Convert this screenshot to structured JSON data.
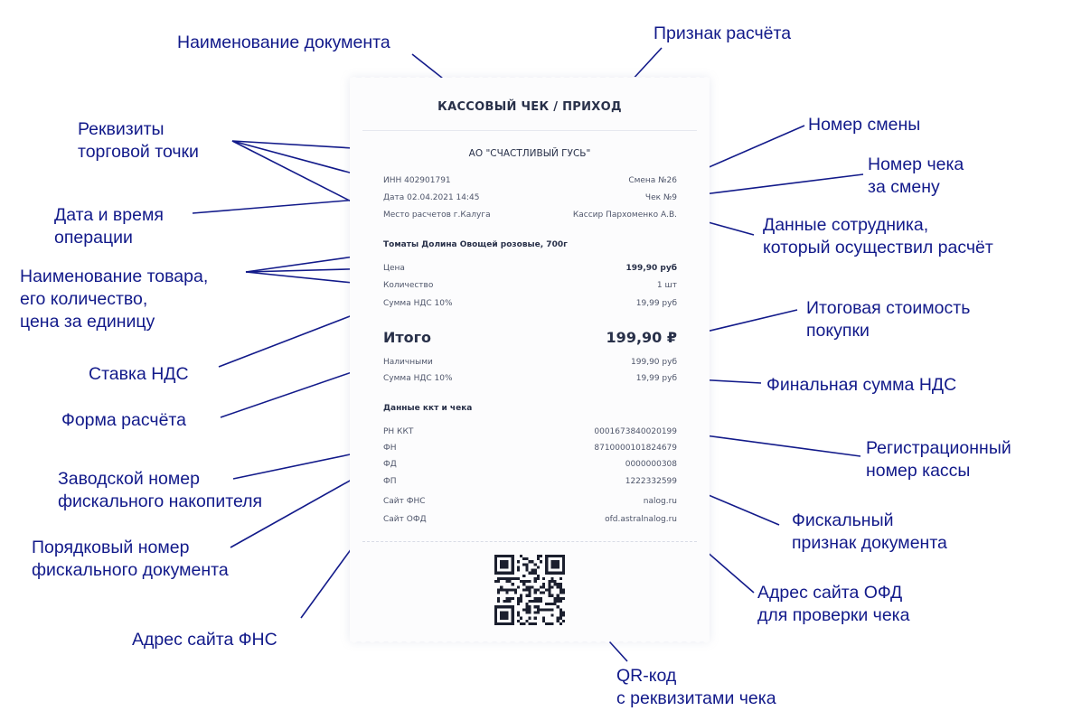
{
  "receipt": {
    "title": "КАССОВЫЙ ЧЕК / ПРИХОД",
    "company": "АО \"СЧАСТЛИВЫЙ ГУСЬ\"",
    "inn": "ИНН 402901791",
    "shift": "Смена №26",
    "date": "Дата 02.04.2021 14:45",
    "check_no": "Чек №9",
    "place": "Место расчетов г.Калуга",
    "cashier": "Кассир Пархоменко А.В.",
    "product_name": "Томаты Долина Овощей розовые, 700г",
    "price_label": "Цена",
    "price_value": "199,90 руб",
    "qty_label": "Количество",
    "qty_value": "1 шт",
    "vat_item_label": "Сумма НДС 10%",
    "vat_item_value": "19,99 руб",
    "total_label": "Итого",
    "total_value": "199,90 ₽",
    "cash_label": "Наличными",
    "cash_value": "199,90 руб",
    "vat_total_label": "Сумма НДС 10%",
    "vat_total_value": "19,99 руб",
    "kkt_section": "Данные ккт и чека",
    "rn_label": "РН ККТ",
    "rn_value": "0001673840020199",
    "fn_label": "ФН",
    "fn_value": "8710000101824679",
    "fd_label": "ФД",
    "fd_value": "0000000308",
    "fp_label": "ФП",
    "fp_value": "1222332599",
    "fns_label": "Сайт ФНС",
    "fns_value": "nalog.ru",
    "ofd_label": "Сайт ОФД",
    "ofd_value": "ofd.astralnalog.ru"
  },
  "annotations": {
    "doc_name": "Наименование документа",
    "calc_sign": "Признак расчёта",
    "store_1": "Реквизиты",
    "store_2": "торговой точки",
    "datetime_1": "Дата и время",
    "datetime_2": "операции",
    "product_1": "Наименование товара,",
    "product_2": "его количество,",
    "product_3": "цена за единицу",
    "vat_rate": "Ставка НДС",
    "pay_form": "Форма расчёта",
    "fn_1": "Заводской номер",
    "fn_2": "фискального накопителя",
    "fd_1": "Порядковый номер",
    "fd_2": "фискального документа",
    "fns_site": "Адрес сайта ФНС",
    "qr_1": "QR-код",
    "qr_2": "с реквизитами чека",
    "shift_no": "Номер смены",
    "check_no_1": "Номер чека",
    "check_no_2": "за смену",
    "employee_1": "Данные сотрудника,",
    "employee_2": "который осуществил расчёт",
    "total_1": "Итоговая стоимость",
    "total_2": "покупки",
    "final_vat": "Финальная сумма НДС",
    "reg_1": "Регистрационный",
    "reg_2": "номер кассы",
    "fp_1": "Фискальный",
    "fp_2": "признак документа",
    "ofd_1": "Адрес сайта ОФД",
    "ofd_2": "для проверки чека"
  },
  "colors": {
    "annotation": "#121a8a",
    "receipt_text": "#283049"
  }
}
